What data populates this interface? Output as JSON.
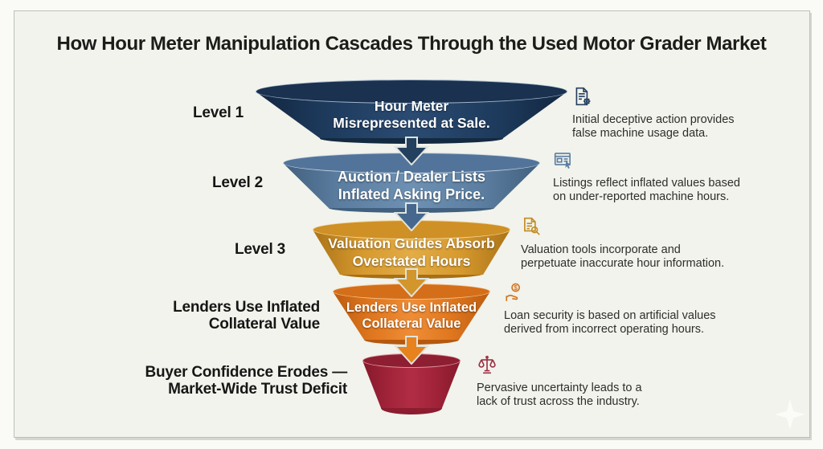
{
  "title": "How Hour Meter Manipulation Cascades Through the Used Motor Grader Market",
  "funnel_levels": [
    {
      "side_label_line1": "Level 1",
      "side_label_line2": "",
      "stage_line1": "Hour Meter",
      "stage_line2": "Misrepresented at Sale.",
      "desc_line1": "Initial deceptive action provides",
      "desc_line2": "false machine usage data.",
      "icon": "document-gear-icon",
      "color": "#1e3a5c"
    },
    {
      "side_label_line1": "Level 2",
      "side_label_line2": "",
      "stage_line1": "Auction / Dealer Lists",
      "stage_line2": "Inflated Asking Price.",
      "desc_line1": "Listings reflect inflated values based",
      "desc_line2": "on under-reported machine hours.",
      "icon": "listing-cursor-icon",
      "color": "#5b7d9f"
    },
    {
      "side_label_line1": "Level 3",
      "side_label_line2": "",
      "stage_line1": "Valuation Guides Absorb",
      "stage_line2": "Overstated Hours",
      "desc_line1": "Valuation tools incorporate and",
      "desc_line2": "perpetuate inaccurate hour information.",
      "icon": "document-magnifier-icon",
      "color": "#d6992e"
    },
    {
      "side_label_line1": "Lenders Use Inflated",
      "side_label_line2": "Collateral Value",
      "stage_line1": "Lenders Use Inflated",
      "stage_line2": "Collateral Value",
      "desc_line1": "Loan security is based on artificial values",
      "desc_line2": "derived from incorrect operating hours.",
      "icon": "hand-coin-icon",
      "color": "#e0771f"
    },
    {
      "side_label_line1": "Buyer Confidence Erodes —",
      "side_label_line2": "Market-Wide Trust Deficit",
      "stage_line1": "",
      "stage_line2": "",
      "desc_line1": "Pervasive uncertainty leads to a",
      "desc_line2": "lack of trust across the industry.",
      "icon": "balance-scale-icon",
      "color": "#a3243a"
    }
  ],
  "arrow_colors": [
    "#24405f",
    "#46688f",
    "#d3962c",
    "#e8821d"
  ]
}
